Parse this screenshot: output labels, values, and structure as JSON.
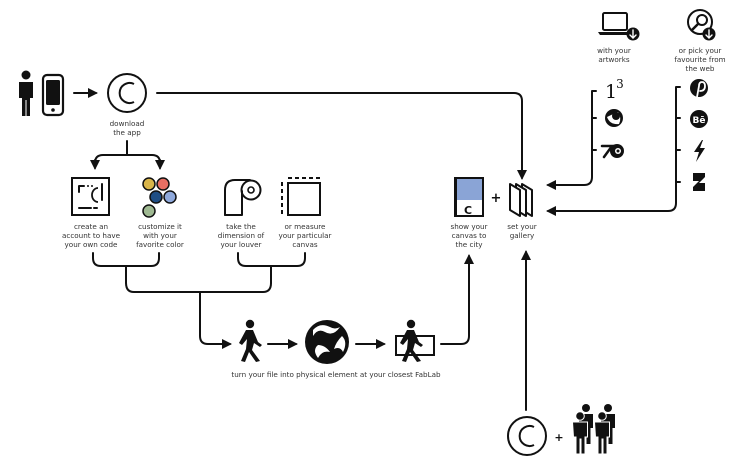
{
  "labels": {
    "download_app": [
      "download",
      "the app"
    ],
    "create_account": [
      "create an",
      "account to have",
      "your own code"
    ],
    "customize": [
      "customize it",
      "with your",
      "favorite color"
    ],
    "take_dimension": [
      "take the",
      "dimension of",
      "your louver"
    ],
    "measure_canvas": [
      "or measure",
      "your particular",
      "canvas"
    ],
    "show_canvas": [
      "show your",
      "canvas to",
      "the city"
    ],
    "set_gallery": [
      "set your",
      "gallery"
    ],
    "with_artworks": [
      "with your",
      "artworks"
    ],
    "pick_favourite": [
      "or pick your",
      "favourite from",
      "the web"
    ],
    "fablab": "turn your file into physical element at your closest FabLab",
    "plus": "+",
    "app_letter": "C",
    "superscript_3": "3",
    "ps_letter": "1"
  },
  "palette": {
    "ink": "#111111",
    "dot_yellow": "#d9b54a",
    "dot_red": "#e86f63",
    "dot_navy": "#1f4e85",
    "dot_blue": "#8fa9dc",
    "dot_green": "#9fb992",
    "canvas_blue": "#8aa4d6"
  },
  "icons": {
    "left_tools": [
      "p3-icon",
      "cinema4d-icon",
      "blender-icon"
    ],
    "web_sources": [
      "pinterest-icon",
      "behance-icon",
      "lightning-icon",
      "deviantart-icon"
    ]
  }
}
